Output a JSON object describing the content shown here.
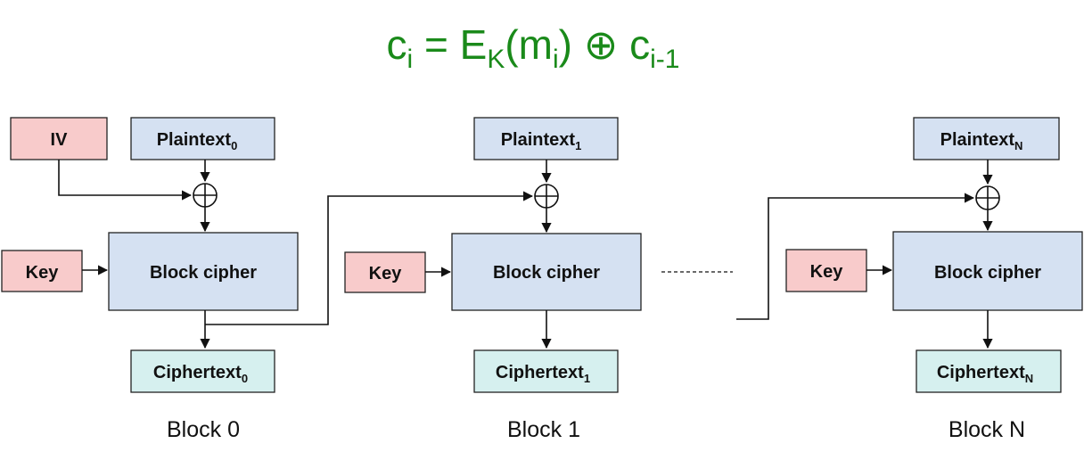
{
  "formula": {
    "c": "c",
    "c_sub": "i",
    "eq": " = ",
    "e": "E",
    "e_sub": "K",
    "lparen": "(",
    "m": "m",
    "m_sub": "i",
    "rparen": ")",
    "xor_symbol": "⊕",
    "c2": "c",
    "c2_sub": "i-1",
    "color": "#1a8a1a"
  },
  "iv_label": "IV",
  "blocks": [
    {
      "plaintext": "Plaintext",
      "plaintext_sub": "0",
      "key": "Key",
      "cipher": "Block cipher",
      "ciphertext": "Ciphertext",
      "ciphertext_sub": "0",
      "caption": "Block 0"
    },
    {
      "plaintext": "Plaintext",
      "plaintext_sub": "1",
      "key": "Key",
      "cipher": "Block cipher",
      "ciphertext": "Ciphertext",
      "ciphertext_sub": "1",
      "caption": "Block 1"
    },
    {
      "plaintext": "Plaintext",
      "plaintext_sub": "N",
      "key": "Key",
      "cipher": "Block cipher",
      "ciphertext": "Ciphertext",
      "ciphertext_sub": "N",
      "caption": "Block N"
    }
  ],
  "colors": {
    "iv_key_fill": "#f8cbcb",
    "plaintext_cipher_fill": "#d5e1f2",
    "ciphertext_fill": "#d6f0ef"
  }
}
